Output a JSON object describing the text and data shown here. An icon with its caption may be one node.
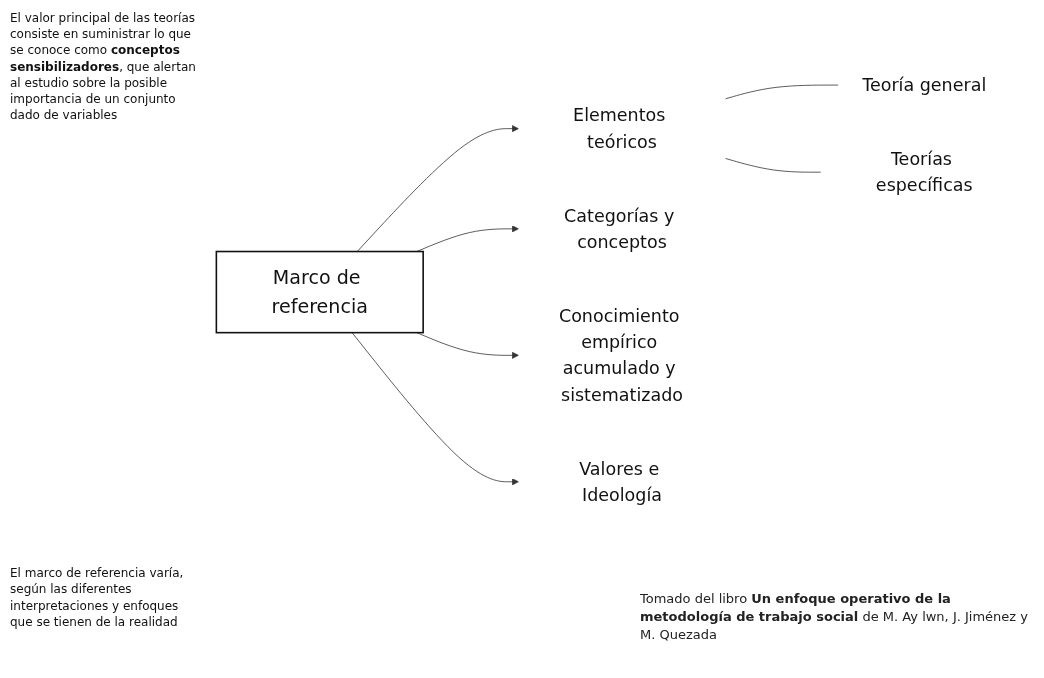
{
  "diagram": {
    "caption": "Tomado del libro **Un enfoque operativo de la metodología de trabajo social** de M. Ay lwn, J. Jiménez y M. Quezada",
    "nodes": [
      {
        "text": [
          "Marco de referencia"
        ]
      },
      {
        "text": [
          "Elementos teóricos"
        ]
      },
      {
        "text": [
          "Categorías y conceptos"
        ]
      },
      {
        "text": [
          "Teoría general"
        ]
      },
      {
        "text": [
          "Teorías específicas"
        ]
      },
      {
        "text": [
          "Conocimiento empírico acumulado y sistematizado"
        ]
      },
      {
        "text": [
          "Valores e Ideología"
        ]
      }
    ],
    "edges": [
      {
        "from": 0,
        "to": 1,
        "arrow": "to"
      },
      {
        "from": 0,
        "to": 2,
        "arrow": "to"
      },
      {
        "from": 0,
        "to": 5,
        "arrow": "to"
      },
      {
        "from": 0,
        "to": 6,
        "arrow": "to"
      },
      {
        "from": 1,
        "to": 3,
        "arrow": "none"
      },
      {
        "from": 1,
        "to": 4,
        "arrow": "none"
      }
    ],
    "labels": [
      "El valor principal de las teorías consiste en suministrar lo que se conoce como **conceptos sensibilizadores**, que alertan al estudio sobre la posible importancia de un conjunto dado de variables",
      "El marco de referencia varía, según las diferentes interpretaciones y enfoques que se tienen de la realidad"
    ]
  }
}
